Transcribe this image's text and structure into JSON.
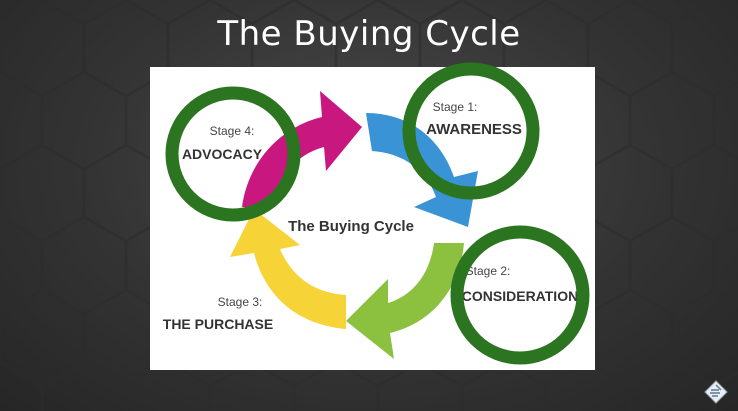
{
  "slide": {
    "title": "The Buying Cycle"
  },
  "diagram": {
    "center_label": "The Buying Cycle",
    "stages": [
      {
        "stage": "Stage 1:",
        "name": "AWARENESS",
        "arrow_color": "#3a93d4",
        "highlighted": true
      },
      {
        "stage": "Stage 2:",
        "name": "CONSIDERATION",
        "arrow_color": "#8cc03f",
        "highlighted": true
      },
      {
        "stage": "Stage 3:",
        "name": "THE PURCHASE",
        "arrow_color": "#f6d336",
        "highlighted": false
      },
      {
        "stage": "Stage 4:",
        "name": "ADVOCACY",
        "arrow_color": "#c8177f",
        "highlighted": true
      }
    ],
    "highlight_ring_color": "#2b7420"
  },
  "colors": {
    "background": "#333333",
    "panel": "#ffffff",
    "title_text": "#ffffff",
    "label_text": "#333333"
  },
  "icons": {
    "brand_logo": "diamond-logo-icon"
  }
}
